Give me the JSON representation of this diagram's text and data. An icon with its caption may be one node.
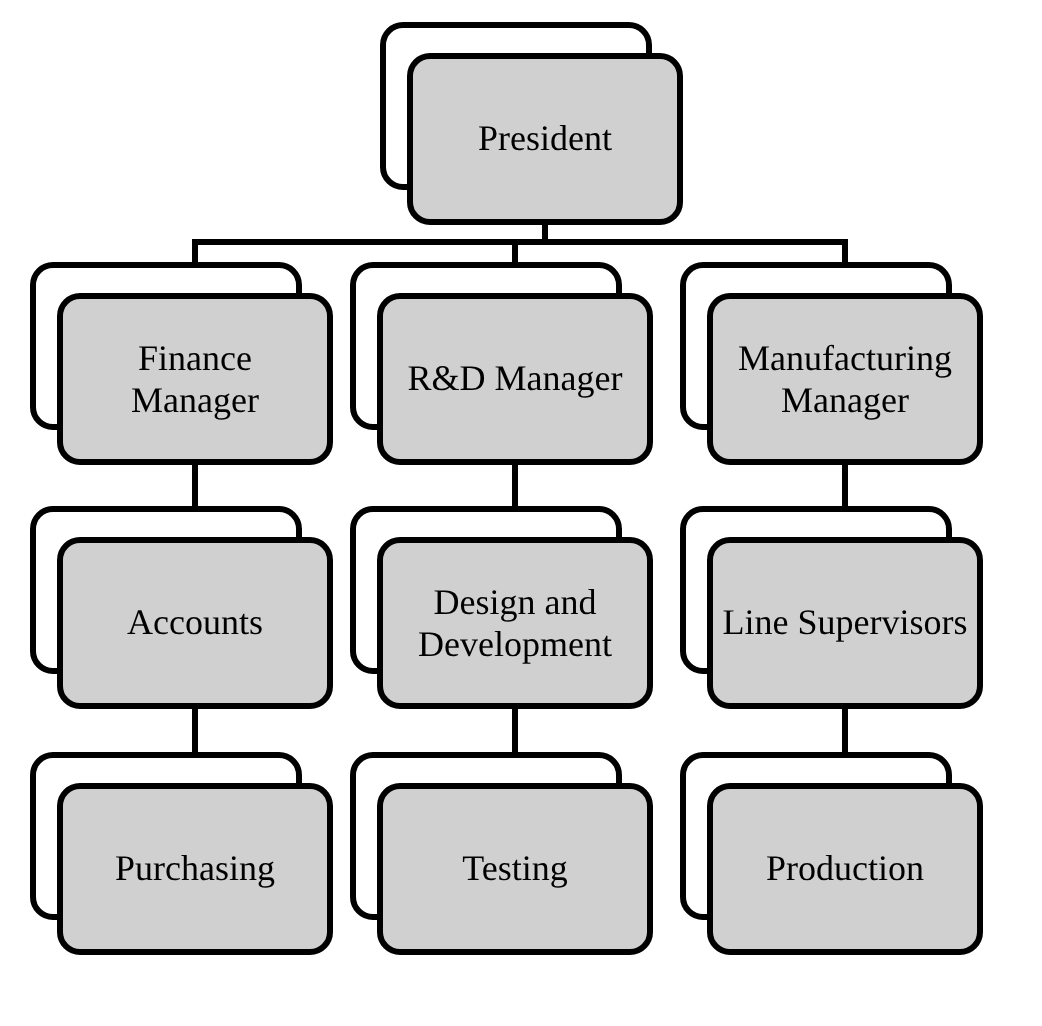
{
  "diagram": {
    "nodes": [
      {
        "text": [
          "President"
        ]
      },
      {
        "text": [
          "Finance Manager"
        ]
      },
      {
        "text": [
          "R&D Manager"
        ]
      },
      {
        "text": [
          "Manufacturing Manager"
        ]
      },
      {
        "text": [
          "Accounts"
        ]
      },
      {
        "text": [
          "Design and Development"
        ]
      },
      {
        "text": [
          "Line Supervisors"
        ]
      },
      {
        "text": [
          "Purchasing"
        ]
      },
      {
        "text": [
          "Testing"
        ]
      },
      {
        "text": [
          "Production"
        ]
      }
    ],
    "edges": [
      {
        "from": 0,
        "to": 1,
        "arrow": "none"
      },
      {
        "from": 0,
        "to": 2,
        "arrow": "none"
      },
      {
        "from": 0,
        "to": 3,
        "arrow": "none"
      },
      {
        "from": 1,
        "to": 4,
        "arrow": "none"
      },
      {
        "from": 2,
        "to": 5,
        "arrow": "none"
      },
      {
        "from": 3,
        "to": 6,
        "arrow": "none"
      },
      {
        "from": 4,
        "to": 7,
        "arrow": "none"
      },
      {
        "from": 5,
        "to": 8,
        "arrow": "none"
      },
      {
        "from": 6,
        "to": 9,
        "arrow": "none"
      }
    ]
  }
}
